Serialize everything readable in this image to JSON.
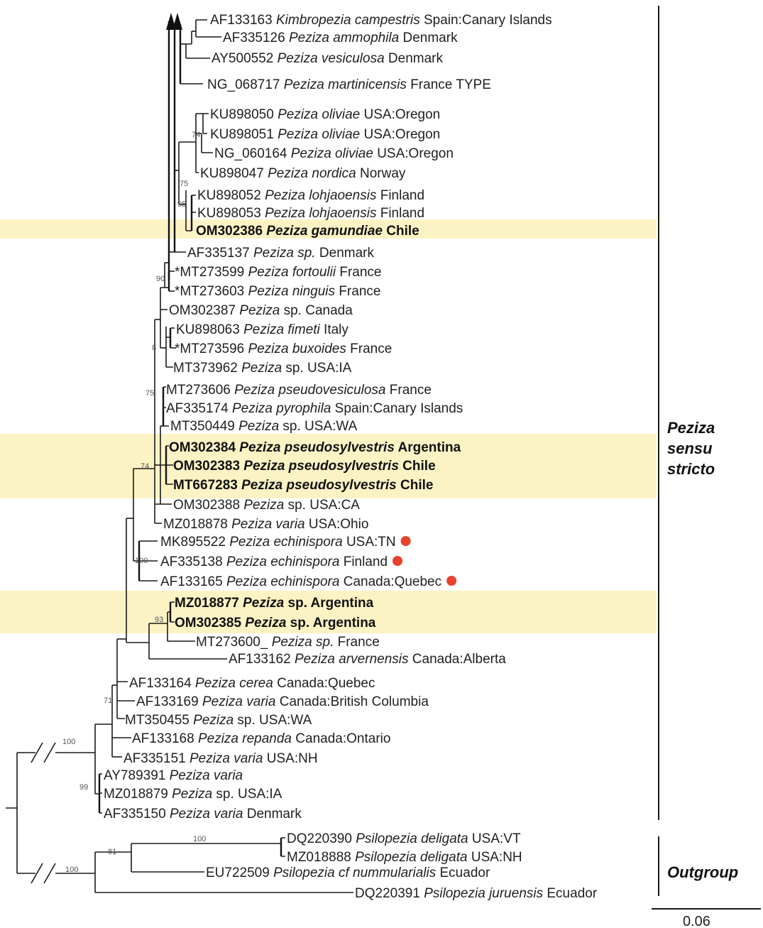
{
  "tips": [
    {
      "id": "t1",
      "acc": "AF133163",
      "species": "Kimbropezia campestris",
      "loc": "Spain:Canary Islands",
      "bold": false,
      "star": false,
      "dot": false
    },
    {
      "id": "t2",
      "acc": "AF335126",
      "species": "Peziza ammophila",
      "loc": "Denmark",
      "bold": false,
      "star": false,
      "dot": false
    },
    {
      "id": "t3",
      "acc": "AY500552",
      "species": "Peziza vesiculosa",
      "loc": "Denmark",
      "bold": false,
      "star": false,
      "dot": false
    },
    {
      "id": "t4",
      "acc": "NG_068717",
      "species": "Peziza martinicensis",
      "loc": "France TYPE",
      "bold": false,
      "star": false,
      "dot": false
    },
    {
      "id": "t5",
      "acc": "KU898050",
      "species": "Peziza oliviae",
      "loc": "USA:Oregon",
      "bold": false,
      "star": false,
      "dot": false
    },
    {
      "id": "t6",
      "acc": "KU898051",
      "species": "Peziza oliviae",
      "loc": "USA:Oregon",
      "bold": false,
      "star": false,
      "dot": false
    },
    {
      "id": "t7",
      "acc": "NG_060164",
      "species": "Peziza oliviae",
      "loc": "USA:Oregon",
      "bold": false,
      "star": false,
      "dot": false
    },
    {
      "id": "t8",
      "acc": "KU898047",
      "species": "Peziza nordica",
      "loc": "Norway",
      "bold": false,
      "star": false,
      "dot": false
    },
    {
      "id": "t9",
      "acc": "KU898052",
      "species": "Peziza lohjaoensis",
      "loc": "Finland",
      "bold": false,
      "star": false,
      "dot": false
    },
    {
      "id": "t10",
      "acc": "KU898053",
      "species": "Peziza lohjaoensis",
      "loc": "Finland",
      "bold": false,
      "star": false,
      "dot": false
    },
    {
      "id": "t11",
      "acc": "OM302386",
      "species": "Peziza gamundiae",
      "loc": "Chile",
      "bold": true,
      "star": false,
      "dot": false
    },
    {
      "id": "t12",
      "acc": "AF335137",
      "species": "Peziza sp.",
      "loc": "Denmark",
      "bold": false,
      "star": false,
      "dot": false
    },
    {
      "id": "t13",
      "acc": "MT273599",
      "species": "Peziza fortoulii",
      "loc": "France",
      "bold": false,
      "star": true,
      "dot": false
    },
    {
      "id": "t14",
      "acc": "MT273603",
      "species": "Peziza ninguis",
      "loc": "France",
      "bold": false,
      "star": true,
      "dot": false
    },
    {
      "id": "t15",
      "acc": "OM302387",
      "species": "Peziza",
      "species_plain": "sp.",
      "loc": "Canada",
      "bold": false,
      "star": false,
      "dot": false
    },
    {
      "id": "t16",
      "acc": "KU898063",
      "species": "Peziza fimeti",
      "loc": "Italy",
      "bold": false,
      "star": false,
      "dot": false
    },
    {
      "id": "t17",
      "acc": "MT273596",
      "species": "Peziza buxoides",
      "loc": "France",
      "bold": false,
      "star": true,
      "dot": false
    },
    {
      "id": "t18",
      "acc": "MT373962",
      "species": "Peziza",
      "species_plain": "sp.",
      "loc": "USA:IA",
      "bold": false,
      "star": false,
      "dot": false
    },
    {
      "id": "t19",
      "acc": "MT273606",
      "species": "Peziza pseudovesiculosa",
      "loc": "France",
      "bold": false,
      "star": false,
      "dot": false
    },
    {
      "id": "t20",
      "acc": "AF335174",
      "species": "Peziza pyrophila",
      "loc": "Spain:Canary Islands",
      "bold": false,
      "star": false,
      "dot": false
    },
    {
      "id": "t21",
      "acc": "MT350449",
      "species": "Peziza",
      "species_plain": "sp.",
      "loc": "USA:WA",
      "bold": false,
      "star": false,
      "dot": false
    },
    {
      "id": "t22",
      "acc": "OM302384",
      "species": "Peziza pseudosylvestris",
      "loc": "Argentina",
      "bold": true,
      "star": false,
      "dot": false
    },
    {
      "id": "t23",
      "acc": "OM302383",
      "species": "Peziza pseudosylvestris",
      "loc": "Chile",
      "bold": true,
      "star": false,
      "dot": false
    },
    {
      "id": "t24",
      "acc": "MT667283",
      "species": "Peziza pseudosylvestris",
      "loc": "Chile",
      "bold": true,
      "star": false,
      "dot": false
    },
    {
      "id": "t25",
      "acc": "OM302388",
      "species": "Peziza",
      "species_plain": "sp.",
      "loc": "USA:CA",
      "bold": false,
      "star": false,
      "dot": false
    },
    {
      "id": "t26",
      "acc": "MZ018878",
      "species": "Peziza varia",
      "loc": "USA:Ohio",
      "bold": false,
      "star": false,
      "dot": false
    },
    {
      "id": "t27",
      "acc": "MK895522",
      "species": "Peziza echinispora",
      "loc": "USA:TN",
      "bold": false,
      "star": false,
      "dot": true
    },
    {
      "id": "t28",
      "acc": "AF335138",
      "species": "Peziza echinispora",
      "loc": "Finland",
      "bold": false,
      "star": false,
      "dot": true
    },
    {
      "id": "t29",
      "acc": "AF133165",
      "species": "Peziza echinispora",
      "loc": "Canada:Quebec",
      "bold": false,
      "star": false,
      "dot": true
    },
    {
      "id": "t30",
      "acc": "MZ018877",
      "species": "Peziza",
      "species_plain": "sp.",
      "loc": "Argentina",
      "bold": true,
      "star": false,
      "dot": false
    },
    {
      "id": "t31",
      "acc": "OM302385",
      "species": "Peziza",
      "species_plain": "sp.",
      "loc": "Argentina",
      "bold": true,
      "star": false,
      "dot": false
    },
    {
      "id": "t32",
      "acc": "MT273600_",
      "species": "Peziza sp.",
      "loc": "France",
      "bold": false,
      "star": false,
      "dot": false
    },
    {
      "id": "t33",
      "acc": "AF133162",
      "species": "Peziza arvernensis",
      "loc": "Canada:Alberta",
      "bold": false,
      "star": false,
      "dot": false
    },
    {
      "id": "t34",
      "acc": "AF133164",
      "species": "Peziza cerea",
      "loc": "Canada:Quebec",
      "bold": false,
      "star": false,
      "dot": false
    },
    {
      "id": "t35",
      "acc": "AF133169",
      "species": "Peziza varia",
      "loc": "Canada:British Columbia",
      "bold": false,
      "star": false,
      "dot": false
    },
    {
      "id": "t36",
      "acc": "MT350455",
      "species": "Peziza",
      "species_plain": "sp.",
      "loc": "USA:WA",
      "bold": false,
      "star": false,
      "dot": false
    },
    {
      "id": "t37",
      "acc": "AF133168",
      "species": "Peziza repanda",
      "loc": "Canada:Ontario",
      "bold": false,
      "star": false,
      "dot": false
    },
    {
      "id": "t38",
      "acc": "AF335151",
      "species": "Peziza varia",
      "loc": "USA:NH",
      "bold": false,
      "star": false,
      "dot": false
    },
    {
      "id": "t39",
      "acc": "AY789391",
      "species": "Peziza varia",
      "loc": "",
      "bold": false,
      "star": false,
      "dot": false
    },
    {
      "id": "t40",
      "acc": "MZ018879",
      "species": "Peziza",
      "species_plain": "sp.",
      "loc": "USA:IA",
      "bold": false,
      "star": false,
      "dot": false
    },
    {
      "id": "t41",
      "acc": "AF335150",
      "species": "Peziza varia",
      "loc": "Denmark",
      "bold": false,
      "star": false,
      "dot": false
    },
    {
      "id": "t42",
      "acc": "DQ220390",
      "species": "Psilopezia deligata",
      "loc": "USA:VT",
      "bold": false,
      "star": false,
      "dot": false
    },
    {
      "id": "t43",
      "acc": "MZ018888",
      "species": "Psilopezia deligata",
      "loc": "USA:NH",
      "bold": false,
      "star": false,
      "dot": false
    },
    {
      "id": "t44",
      "acc": "EU722509",
      "species": "Psilopezia cf nummularialis",
      "loc": "Ecuador",
      "bold": false,
      "star": false,
      "dot": false
    },
    {
      "id": "t45",
      "acc": "DQ220391",
      "species": "Psilopezia juruensis",
      "loc": "Ecuador",
      "bold": false,
      "star": false,
      "dot": false
    }
  ],
  "support_values": [
    {
      "id": "s1",
      "text": "74"
    },
    {
      "id": "s2",
      "text": "75"
    },
    {
      "id": "s3",
      "text": "95"
    },
    {
      "id": "s4",
      "text": "90"
    },
    {
      "id": "s5",
      "text": "8"
    },
    {
      "id": "s6",
      "text": "75"
    },
    {
      "id": "s7",
      "text": "74"
    },
    {
      "id": "s8",
      "text": "100"
    },
    {
      "id": "s9",
      "text": "93"
    },
    {
      "id": "s10",
      "text": "71"
    },
    {
      "id": "s11",
      "text": "100"
    },
    {
      "id": "s12",
      "text": "99"
    },
    {
      "id": "s13",
      "text": "100"
    },
    {
      "id": "s14",
      "text": "81"
    },
    {
      "id": "s15",
      "text": "100"
    }
  ],
  "groups": {
    "ingroup": [
      "Peziza",
      "sensu",
      "stricto"
    ],
    "outgroup": "Outgroup"
  },
  "scale_bar": "0.06",
  "colors": {
    "highlight": "#fcf3c5",
    "dot": "#e8412c",
    "branch": "#1a1a1a"
  }
}
